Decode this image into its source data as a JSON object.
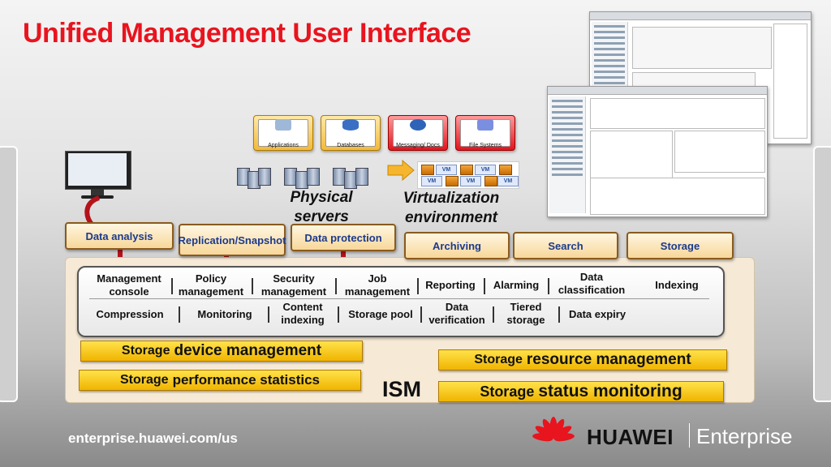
{
  "title": "Unified Management User Interface",
  "app_icons": [
    {
      "label": "Applications",
      "icon": "applications-icon"
    },
    {
      "label": "Databases",
      "icon": "databases-icon"
    },
    {
      "label": "Messaging/ Docs",
      "icon": "messaging-icon"
    },
    {
      "label": "File Systems",
      "icon": "folders-icon"
    }
  ],
  "vm_label": "VM",
  "physical_servers_label": [
    "Physical",
    "servers"
  ],
  "virtualization_label": [
    "Virtualization",
    "environment"
  ],
  "function_boxes": [
    "Data analysis",
    "Replication/Snapshot",
    "Data protection",
    "Archiving",
    "Search",
    "Storage"
  ],
  "features_row1": [
    "Management console",
    "Policy management",
    "Security management",
    "Job management",
    "Reporting",
    "Alarming",
    "Data classification",
    "Indexing"
  ],
  "features_row2": [
    "Compression",
    "Monitoring",
    "Content indexing",
    "Storage pool",
    "Data verification",
    "Tiered storage",
    "Data expiry"
  ],
  "storage_bars": {
    "device": {
      "prefix": "Storage",
      "emphasis": "device management"
    },
    "performance": {
      "prefix": "Storage",
      "emphasis": "performance statistics"
    },
    "resource": {
      "prefix": "Storage",
      "emphasis": "resource management"
    },
    "status": {
      "prefix": "Storage",
      "emphasis": "status monitoring"
    }
  },
  "ism_label": "ISM",
  "footer_url": "enterprise.huawei.com/us",
  "brand": {
    "name": "HUAWEI",
    "division": "Enterprise"
  },
  "colors": {
    "title_red": "#e8141e",
    "connector_red": "#b5121b",
    "box_text_blue": "#1c3a8c",
    "bar_yellow": "#f0b400"
  }
}
